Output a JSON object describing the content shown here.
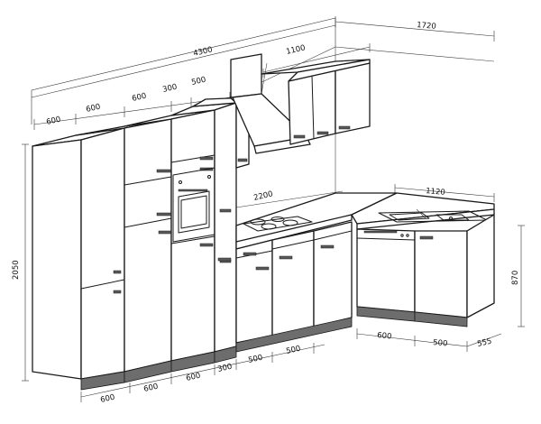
{
  "dimensions": {
    "overall_width": "4300",
    "side_run": "1720",
    "wall_cabinet": "1100",
    "top_600_a": "600",
    "top_600_b": "600",
    "top_600_c": "600",
    "top_300": "300",
    "top_500": "500",
    "height": "2050",
    "counter_run": "2200",
    "sink_counter": "1120",
    "base_height": "870",
    "bottom_600_a": "600",
    "bottom_600_b": "600",
    "bottom_600_c": "600",
    "bottom_300": "300",
    "bottom_500_a": "500",
    "bottom_500_b": "500",
    "right_600": "600",
    "right_500": "500",
    "right_555": "555"
  }
}
